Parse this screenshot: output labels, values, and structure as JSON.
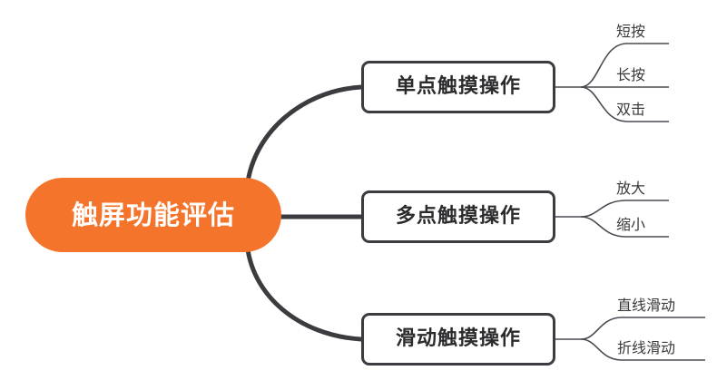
{
  "diagram": {
    "type": "mind-map",
    "title": "触屏功能评估",
    "background_color": "#ffffff",
    "root": {
      "label": "触屏功能评估",
      "fill_color": "#F4742B",
      "text_color": "#ffffff"
    },
    "branch_style": {
      "fill_color": "#ffffff",
      "border_color": "#3c3c40",
      "text_color": "#2b2b2e"
    },
    "leaf_style": {
      "text_color": "#3a3a3d",
      "line_color": "#4a4a52"
    },
    "branches": [
      {
        "label": "单点触摸操作",
        "leaves": [
          {
            "label": "短按"
          },
          {
            "label": "长按"
          },
          {
            "label": "双击"
          }
        ]
      },
      {
        "label": "多点触摸操作",
        "leaves": [
          {
            "label": "放大"
          },
          {
            "label": "缩小"
          }
        ]
      },
      {
        "label": "滑动触摸操作",
        "leaves": [
          {
            "label": "直线滑动"
          },
          {
            "label": "折线滑动"
          }
        ]
      }
    ]
  }
}
